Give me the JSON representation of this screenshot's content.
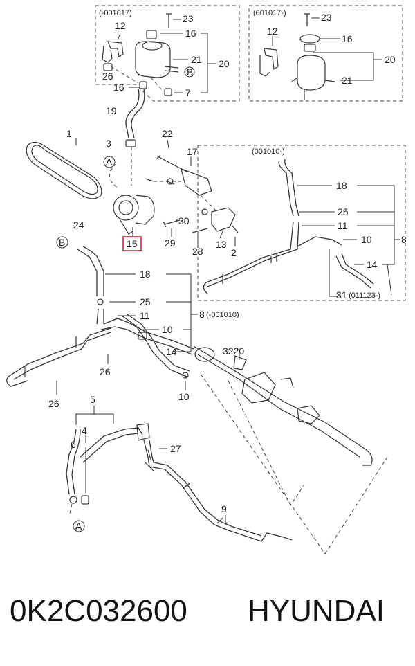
{
  "box_top_left": {
    "range": "(-001017)",
    "callouts": [
      "23",
      "12",
      "16",
      "21",
      "20",
      "26",
      "16",
      "7"
    ],
    "ref": "B"
  },
  "box_top_right": {
    "range": "(001017-)",
    "callouts": [
      "23",
      "12",
      "16",
      "20",
      "21"
    ]
  },
  "pump_area": {
    "callouts": [
      "19",
      "3",
      "1",
      "22",
      "17",
      "30",
      "29",
      "28",
      "13",
      "2",
      "24"
    ],
    "refs": [
      "A",
      "B"
    ],
    "highlight": "15"
  },
  "box_mid_right": {
    "range": "(001010-)",
    "range_end": "(011123-)",
    "callouts": [
      "18",
      "25",
      "11",
      "10",
      "8",
      "14",
      "31"
    ]
  },
  "main_line": {
    "callouts": [
      "18",
      "25",
      "11",
      "10",
      "14",
      "8",
      "3220",
      "26",
      "26",
      "10"
    ],
    "range": "(-001010)"
  },
  "lower_assembly": {
    "callouts": [
      "5",
      "6",
      "4",
      "27",
      "9"
    ],
    "ref": "A"
  },
  "caption": {
    "part_number": "0K2C032600",
    "brand": "HYUNDAI"
  }
}
